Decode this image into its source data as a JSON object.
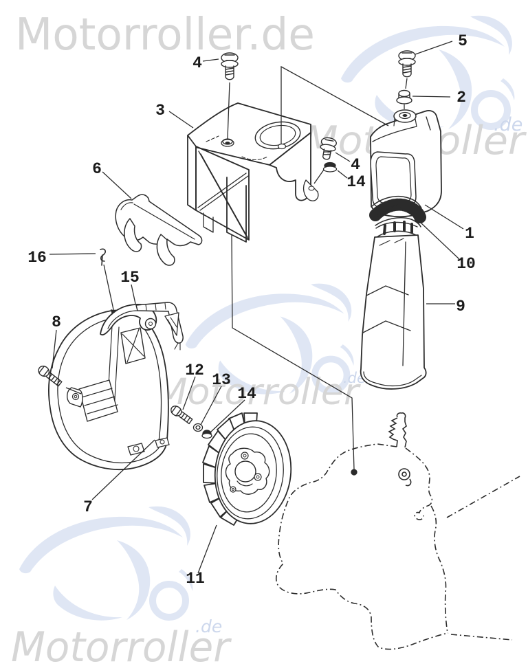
{
  "page": {
    "background": "#ffffff"
  },
  "watermarks": {
    "text_color": "#d6d6d6",
    "suffix_color": "#ccd7ec",
    "scooter_color": "#dfe6f4",
    "top": {
      "text": "Motorroller.de"
    },
    "right": {
      "text": "Motorroller",
      "suffix": ".de"
    },
    "middle": {
      "text": "Motorroller",
      "suffix": ".de"
    },
    "bottom": {
      "text": "Motorroller",
      "suffix": ".de"
    }
  },
  "diagram": {
    "line_color": "#2b2b2b",
    "callouts": [
      {
        "id": "4-top",
        "label": "4"
      },
      {
        "id": "5",
        "label": "5"
      },
      {
        "id": "2",
        "label": "2"
      },
      {
        "id": "3",
        "label": "3"
      },
      {
        "id": "6",
        "label": "6"
      },
      {
        "id": "4-right",
        "label": "4"
      },
      {
        "id": "14-right",
        "label": "14"
      },
      {
        "id": "1",
        "label": "1"
      },
      {
        "id": "10",
        "label": "10"
      },
      {
        "id": "9",
        "label": "9"
      },
      {
        "id": "16",
        "label": "16"
      },
      {
        "id": "15",
        "label": "15"
      },
      {
        "id": "8",
        "label": "8"
      },
      {
        "id": "12",
        "label": "12"
      },
      {
        "id": "13",
        "label": "13"
      },
      {
        "id": "14-bottom",
        "label": "14"
      },
      {
        "id": "7",
        "label": "7"
      },
      {
        "id": "11",
        "label": "11"
      }
    ]
  }
}
